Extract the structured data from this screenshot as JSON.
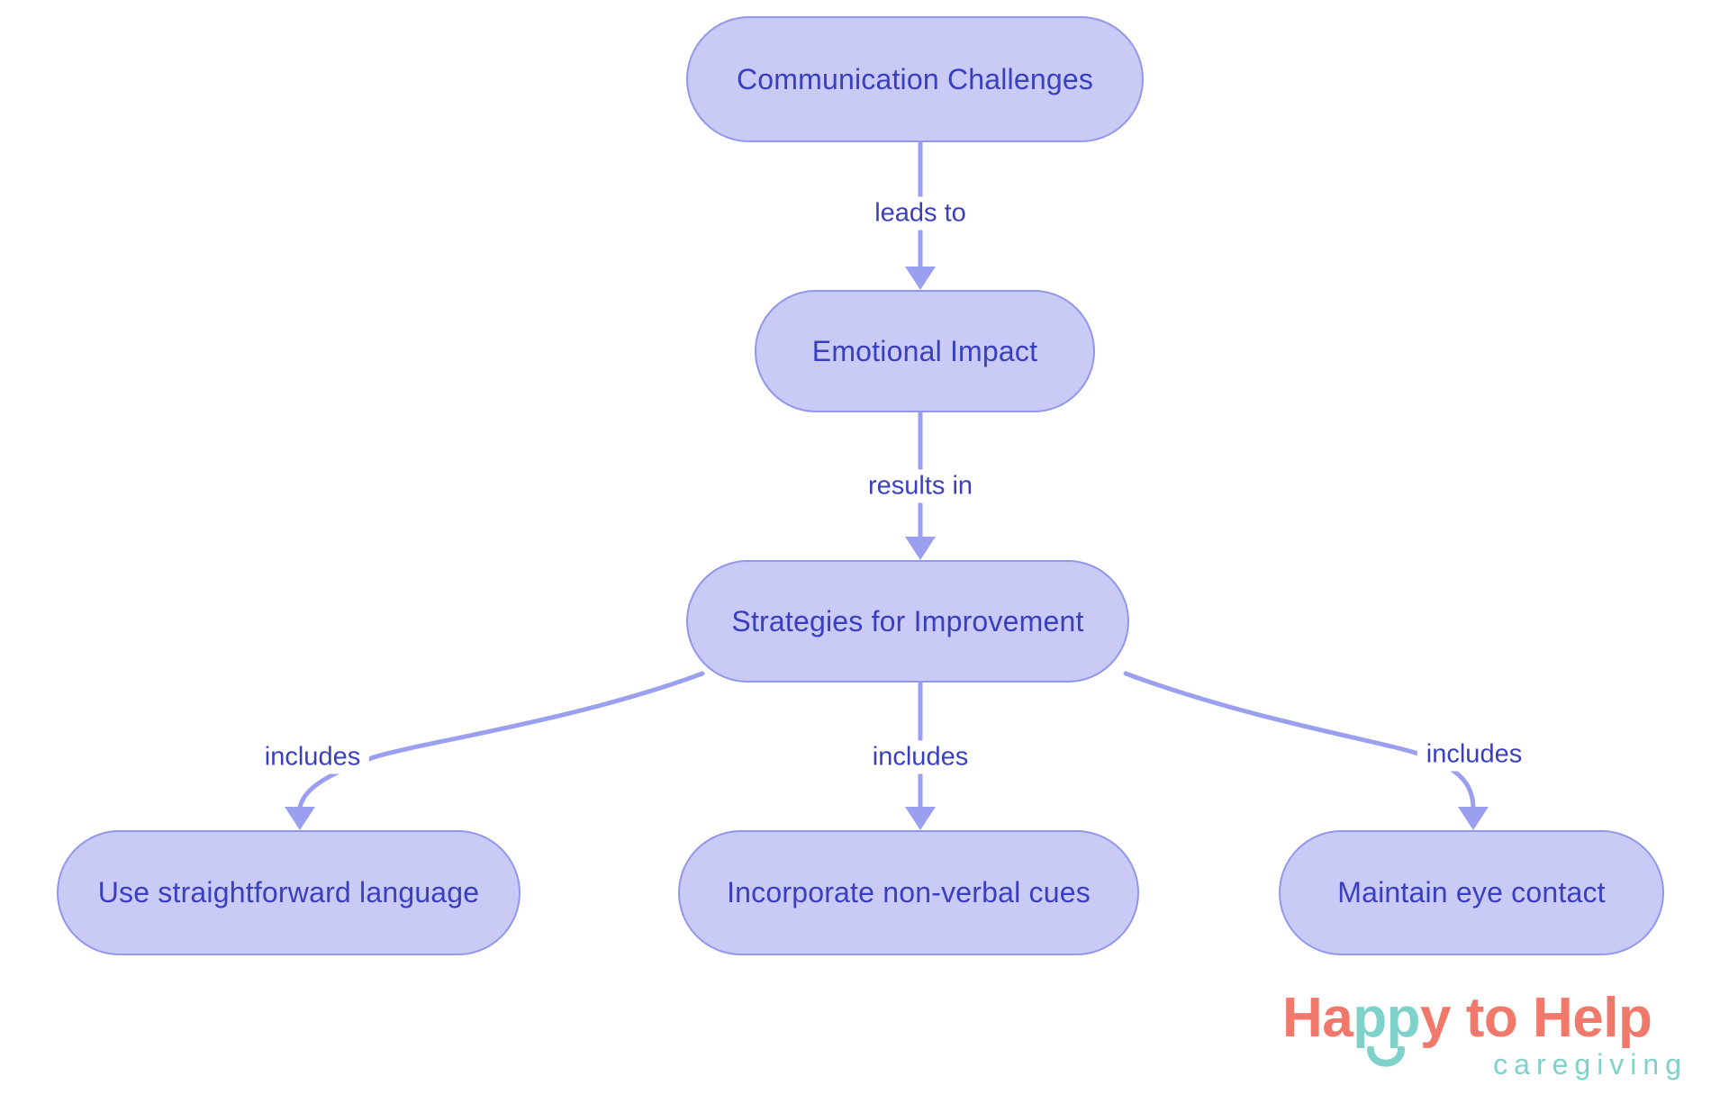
{
  "palette": {
    "node_fill": "#c9caf5",
    "node_border": "#9297ea",
    "edge_line": "#9aa0ef",
    "diagram_text": "#3a3fc0",
    "logo_coral": "#f0796b",
    "logo_teal": "#7fd2ca",
    "background": "#ffffff"
  },
  "diagram": {
    "nodes": [
      {
        "id": "communication-challenges",
        "label": "Communication Challenges"
      },
      {
        "id": "emotional-impact",
        "label": "Emotional Impact"
      },
      {
        "id": "strategies-for-improvement",
        "label": "Strategies for Improvement"
      },
      {
        "id": "use-straightforward-language",
        "label": "Use straightforward language"
      },
      {
        "id": "incorporate-non-verbal-cues",
        "label": "Incorporate non-verbal cues"
      },
      {
        "id": "maintain-eye-contact",
        "label": "Maintain eye contact"
      }
    ],
    "edges": [
      {
        "from": "Communication Challenges",
        "to": "Emotional Impact",
        "label": "leads to"
      },
      {
        "from": "Emotional Impact",
        "to": "Strategies for Improvement",
        "label": "results in"
      },
      {
        "from": "Strategies for Improvement",
        "to": "Use straightforward language",
        "label": "includes"
      },
      {
        "from": "Strategies for Improvement",
        "to": "Incorporate non-verbal cues",
        "label": "includes"
      },
      {
        "from": "Strategies for Improvement",
        "to": "Maintain eye contact",
        "label": "includes"
      }
    ]
  },
  "logo": {
    "part1": "Ha",
    "part2": "pp",
    "part3": "y to Help",
    "tagline": "caregiving"
  }
}
